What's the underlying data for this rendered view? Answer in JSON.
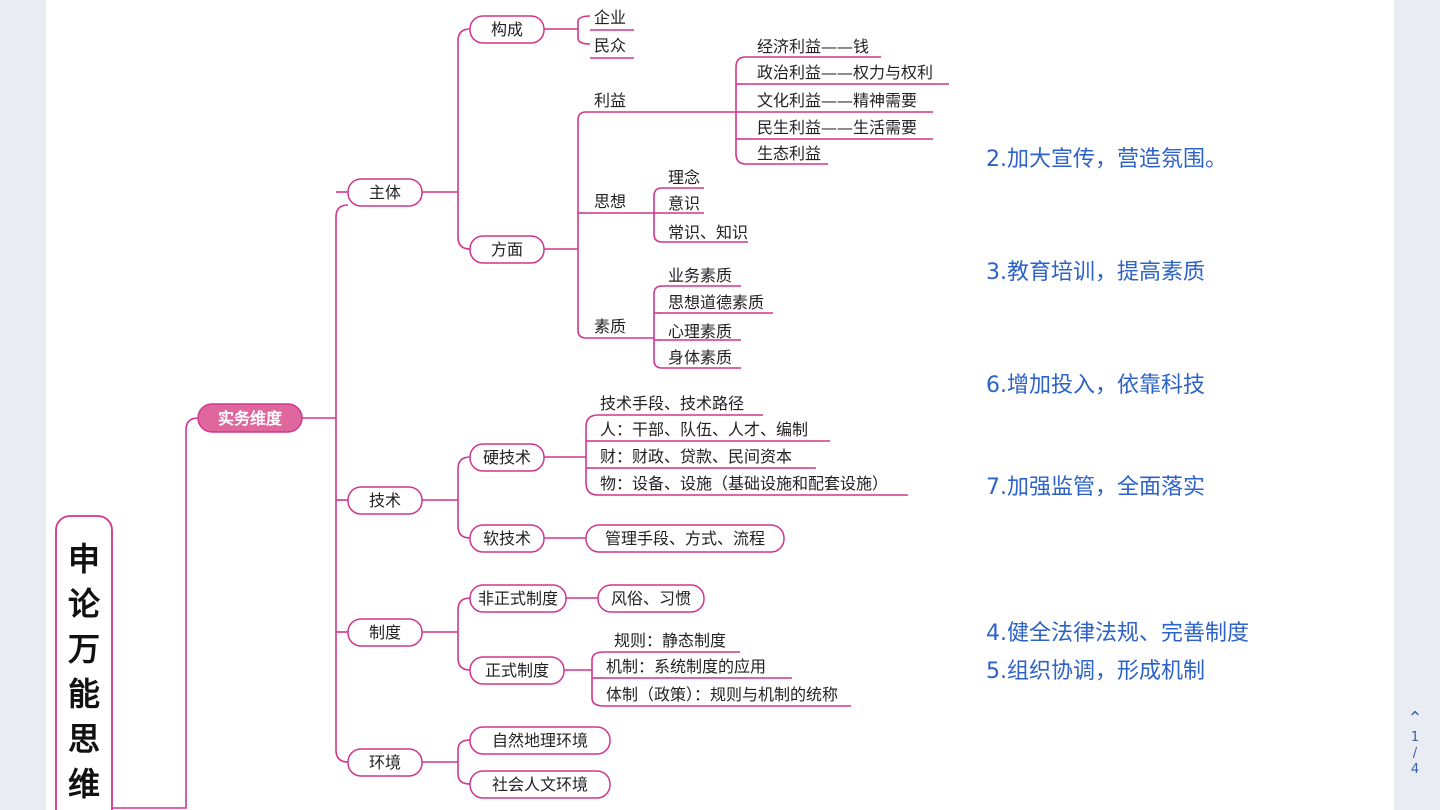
{
  "title": "申论万能思维",
  "branch": "实务维度",
  "level1": {
    "subject": "主体",
    "tech": "技术",
    "system": "制度",
    "env": "环境"
  },
  "level2": {
    "composition": "构成",
    "aspect": "方面",
    "hard_tech": "硬技术",
    "soft_tech": "软技术",
    "informal": "非正式制度",
    "formal": "正式制度",
    "natural_env": "自然地理环境",
    "social_env": "社会人文环境"
  },
  "level3": {
    "enterprise": "企业",
    "public": "民众",
    "interest": "利益",
    "thought": "思想",
    "quality": "素质",
    "tech_means": "技术手段、技术路径",
    "people": "人：干部、队伍、人才、编制",
    "finance": "财：财政、贷款、民间资本",
    "material": "物：设备、设施（基础设施和配套设施）",
    "management": "管理手段、方式、流程",
    "custom": "风俗、习惯",
    "rule": "规则：静态制度",
    "mechanism": "机制：系统制度的应用",
    "institution": "体制（政策）：规则与机制的统称"
  },
  "level4": {
    "economic": "经济利益——钱",
    "political": "政治利益——权力与权利",
    "cultural": "文化利益——精神需要",
    "livelihood": "民生利益——生活需要",
    "ecological": "生态利益",
    "idea": "理念",
    "awareness": "意识",
    "knowledge": "常识、知识",
    "business_q": "业务素质",
    "moral_q": "思想道德素质",
    "mental_q": "心理素质",
    "physical_q": "身体素质"
  },
  "notes": {
    "n2": "2.加大宣传，营造氛围。",
    "n3": "3.教育培训，提高素质",
    "n6": "6.增加投入，依靠科技",
    "n7": "7.加强监管，全面落实",
    "n4": "4.健全法律法规、完善制度",
    "n5": "5.组织协调，形成机制"
  },
  "pager": {
    "up_icon": "chevron-up-icon",
    "current": "1",
    "separator": "/",
    "total": "4"
  },
  "colors": {
    "line": "#d0368c",
    "branch_fill": "#e0679e",
    "handwriting": "#2d62c8"
  }
}
